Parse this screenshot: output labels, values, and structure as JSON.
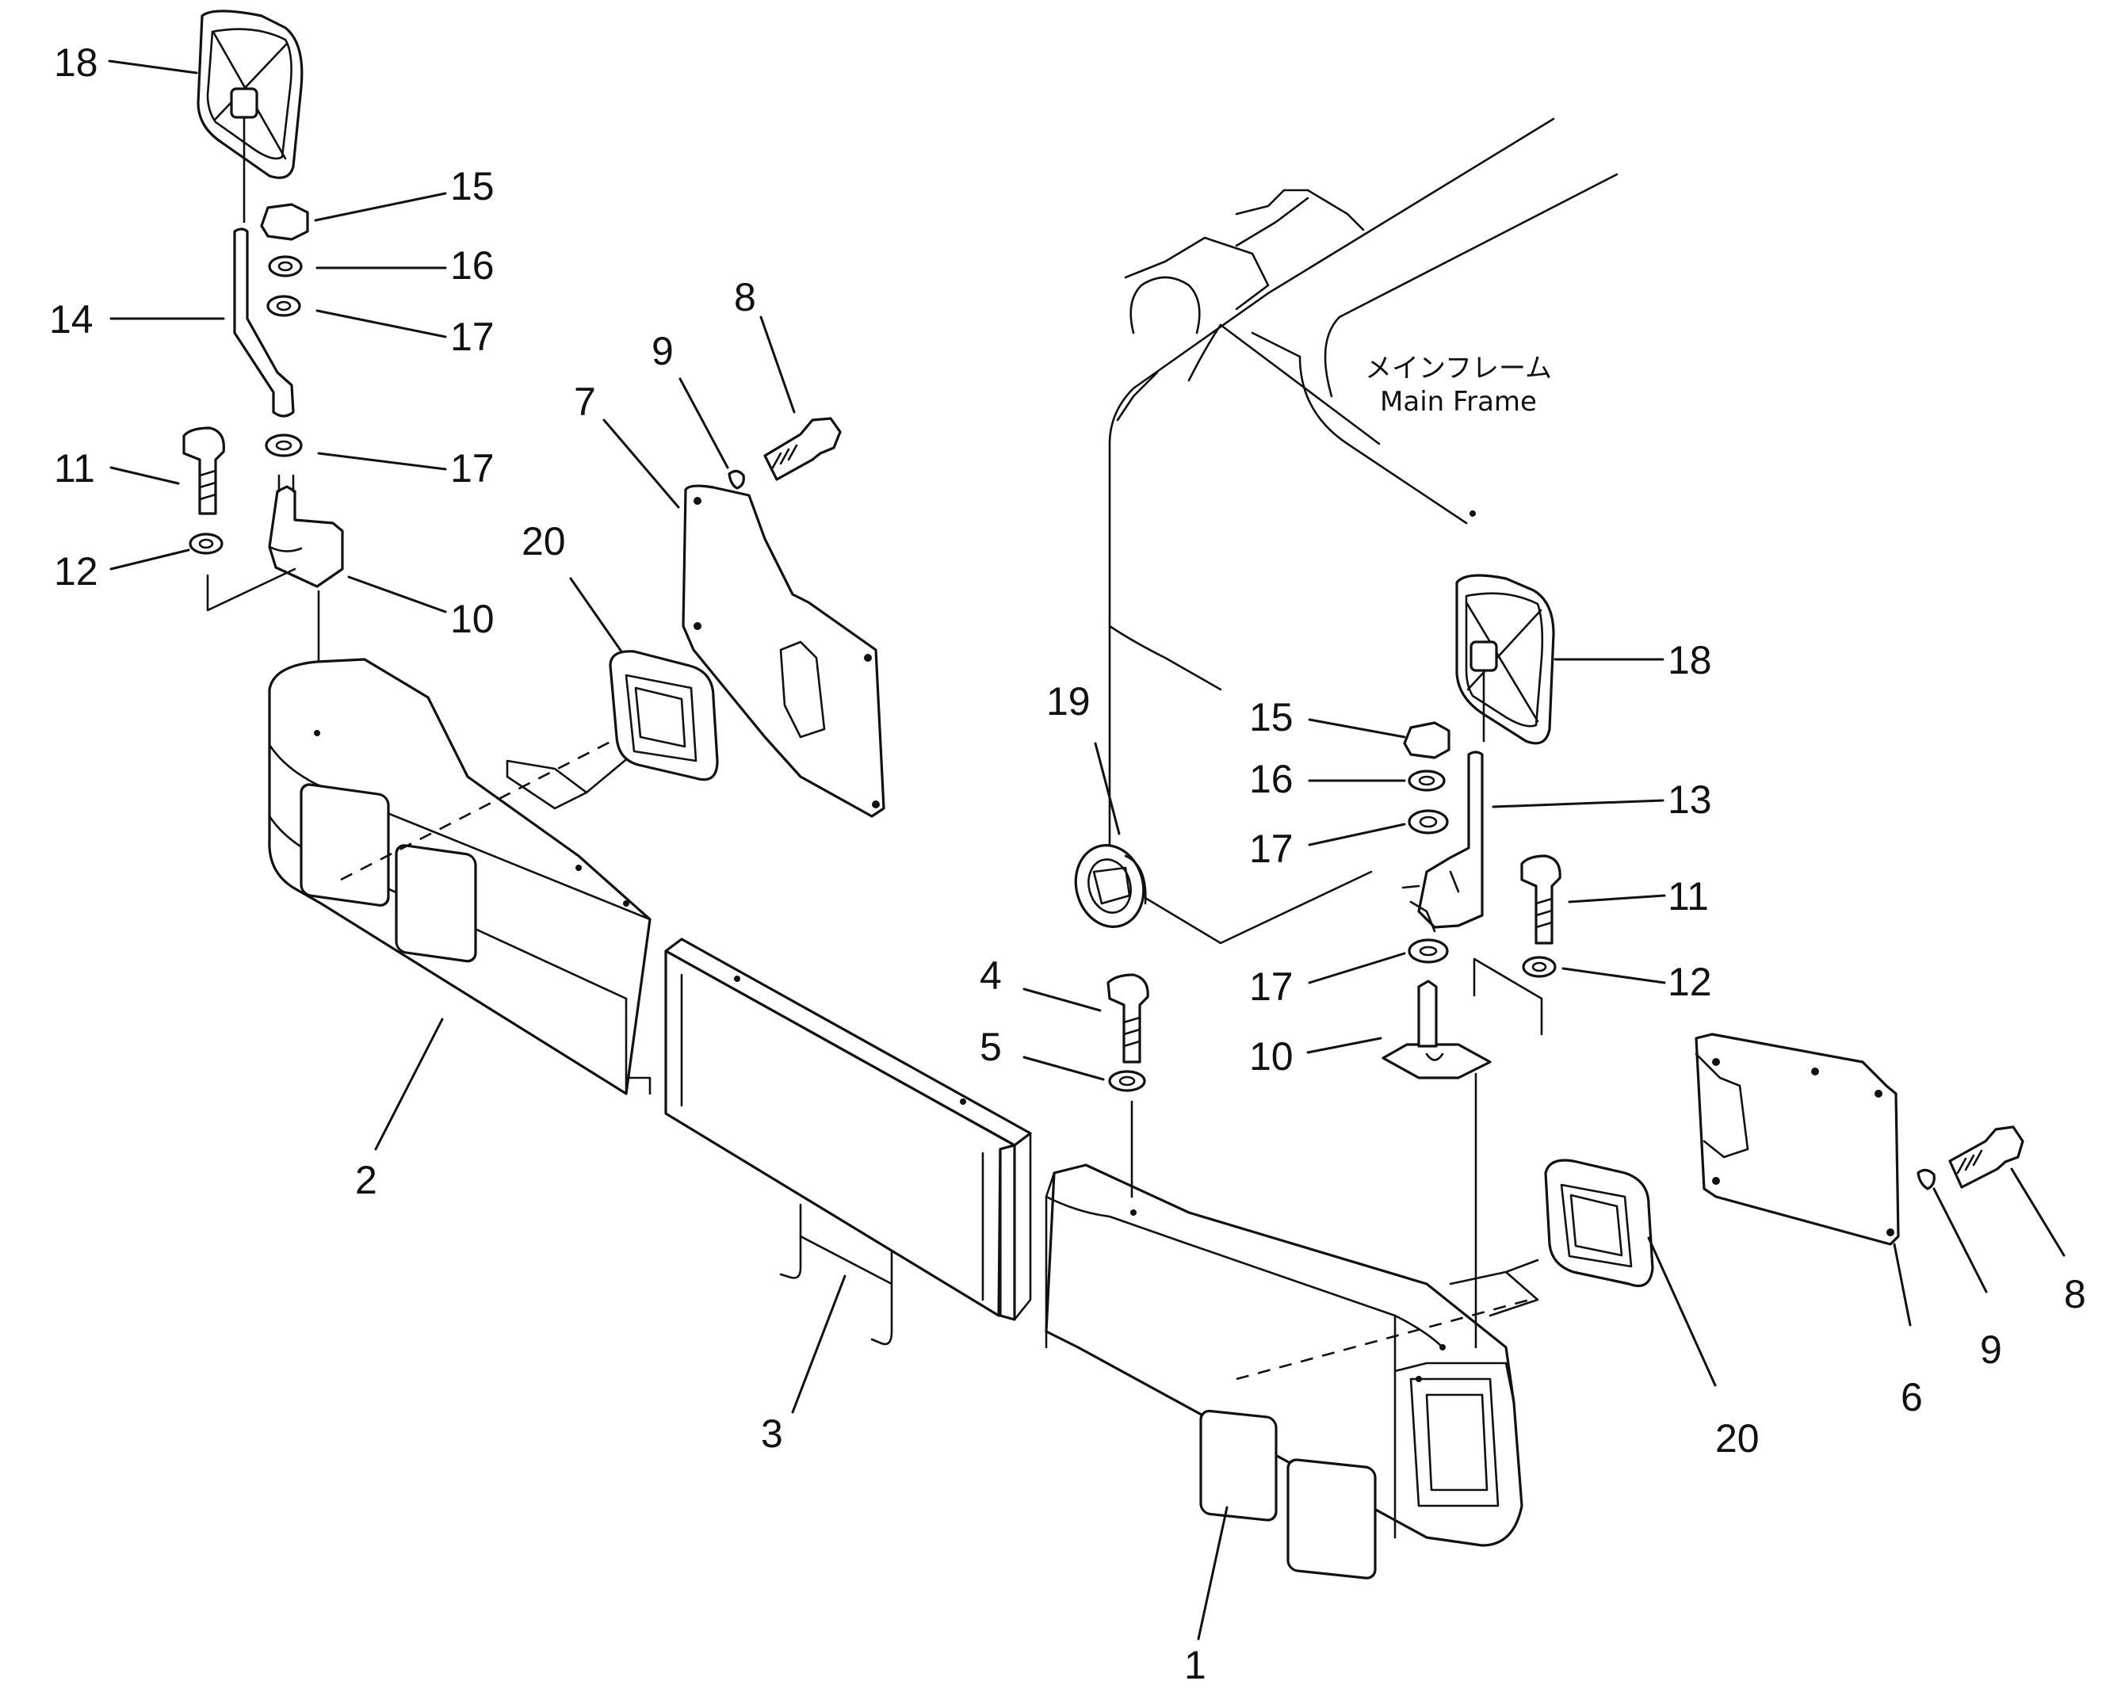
{
  "main_frame": {
    "label_ja": "メインフレーム",
    "label_en": "Main Frame"
  },
  "callouts": [
    {
      "id": "c1",
      "text": "1"
    },
    {
      "id": "c2",
      "text": "2"
    },
    {
      "id": "c3",
      "text": "3"
    },
    {
      "id": "c4",
      "text": "4"
    },
    {
      "id": "c5",
      "text": "5"
    },
    {
      "id": "c6",
      "text": "6"
    },
    {
      "id": "c7",
      "text": "7"
    },
    {
      "id": "c8a",
      "text": "8"
    },
    {
      "id": "c8b",
      "text": "8"
    },
    {
      "id": "c9a",
      "text": "9"
    },
    {
      "id": "c9b",
      "text": "9"
    },
    {
      "id": "c10a",
      "text": "10"
    },
    {
      "id": "c10b",
      "text": "10"
    },
    {
      "id": "c11a",
      "text": "11"
    },
    {
      "id": "c11b",
      "text": "11"
    },
    {
      "id": "c12a",
      "text": "12"
    },
    {
      "id": "c12b",
      "text": "12"
    },
    {
      "id": "c13",
      "text": "13"
    },
    {
      "id": "c14",
      "text": "14"
    },
    {
      "id": "c15a",
      "text": "15"
    },
    {
      "id": "c15b",
      "text": "15"
    },
    {
      "id": "c16a",
      "text": "16"
    },
    {
      "id": "c16b",
      "text": "16"
    },
    {
      "id": "c17a",
      "text": "17"
    },
    {
      "id": "c17b",
      "text": "17"
    },
    {
      "id": "c17c",
      "text": "17"
    },
    {
      "id": "c17d",
      "text": "17"
    },
    {
      "id": "c18a",
      "text": "18"
    },
    {
      "id": "c18b",
      "text": "18"
    },
    {
      "id": "c19",
      "text": "19"
    },
    {
      "id": "c20a",
      "text": "20"
    },
    {
      "id": "c20b",
      "text": "20"
    }
  ]
}
